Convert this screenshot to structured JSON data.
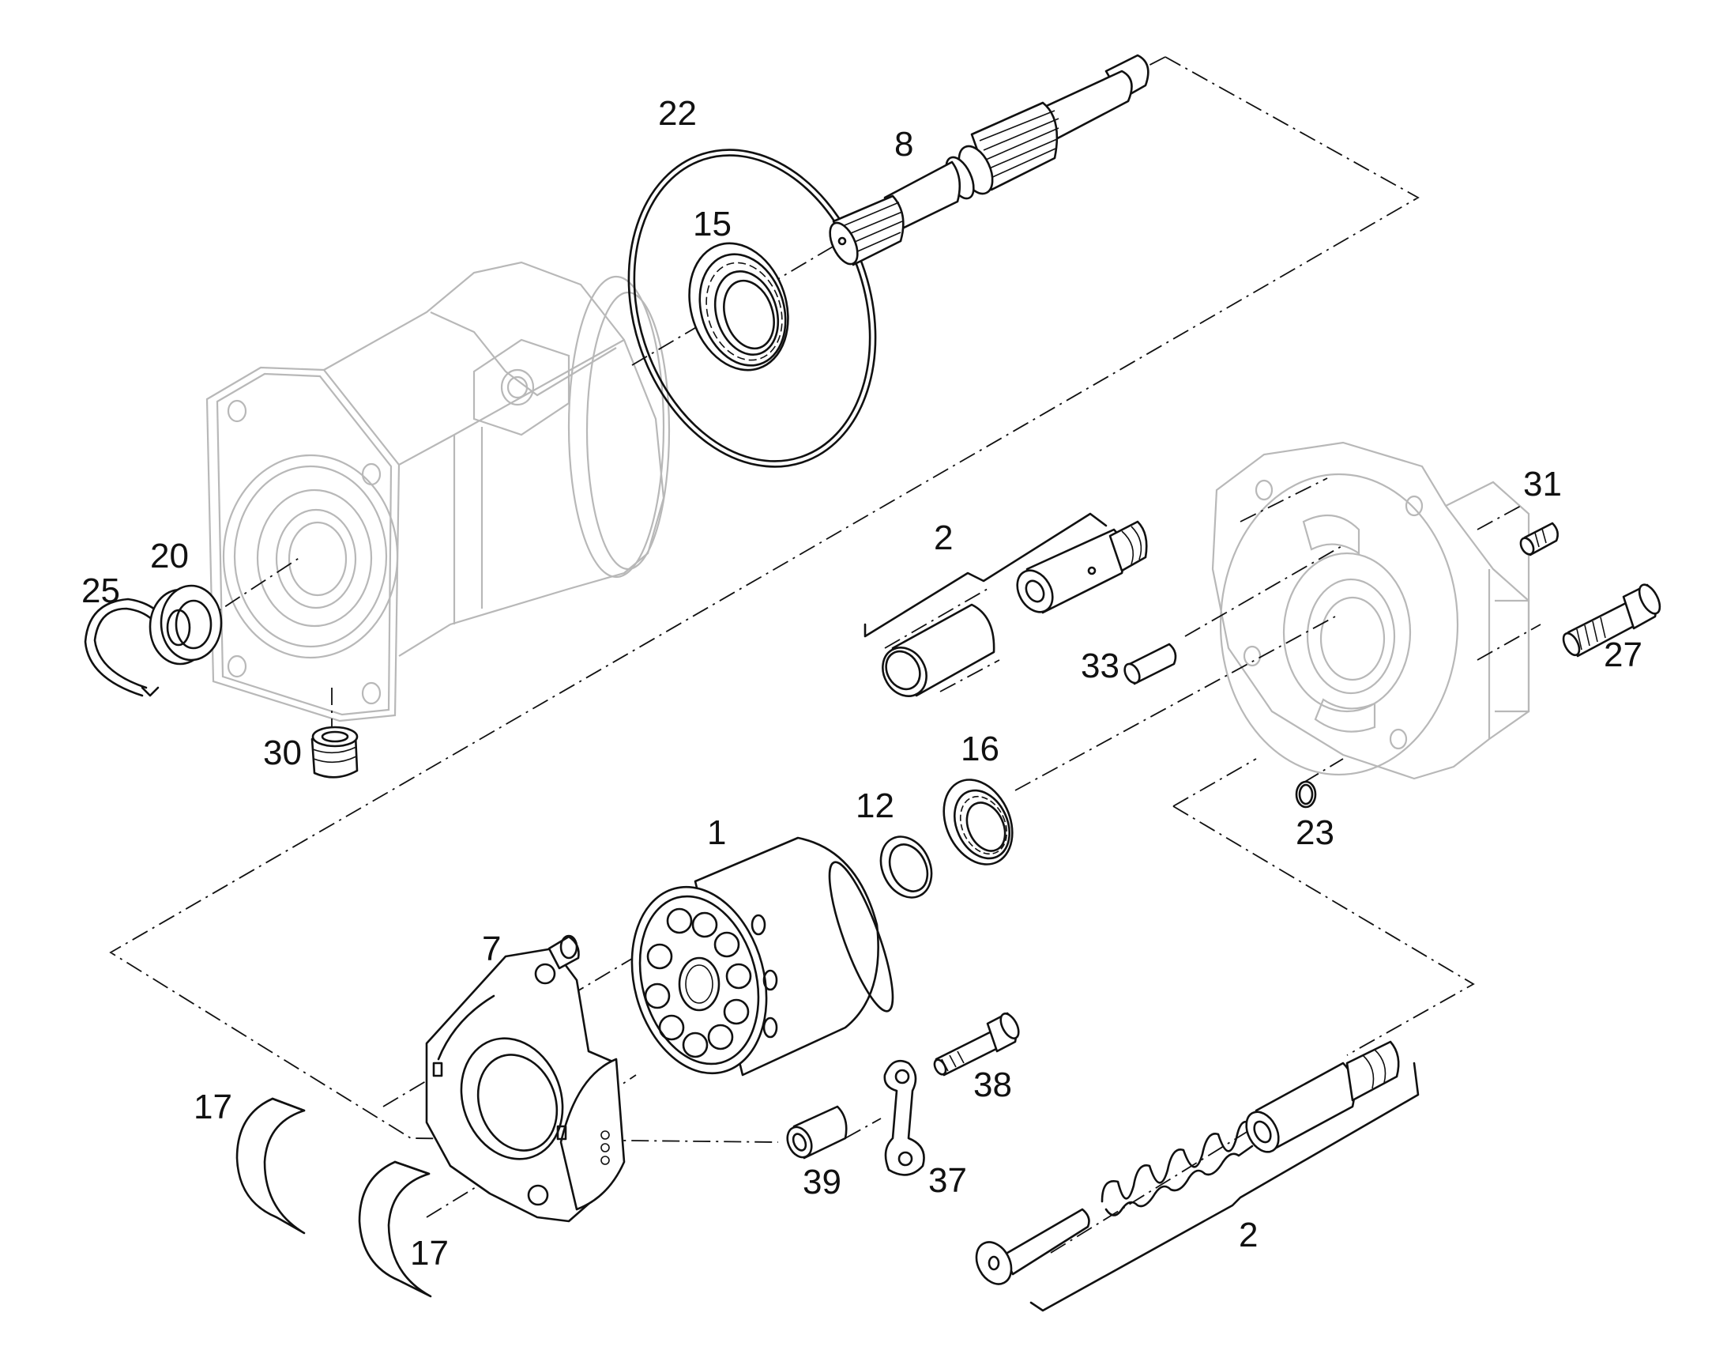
{
  "labels": {
    "p1": "1",
    "p2a": "2",
    "p2b": "2",
    "p7": "7",
    "p8": "8",
    "p12": "12",
    "p15": "15",
    "p16": "16",
    "p17a": "17",
    "p17b": "17",
    "p20": "20",
    "p22": "22",
    "p23": "23",
    "p25": "25",
    "p27": "27",
    "p30": "30",
    "p31": "31",
    "p33": "33",
    "p37": "37",
    "p38": "38",
    "p39": "39"
  },
  "colors": {
    "ink": "#111111",
    "ghost_housing": "#b8b8b8",
    "background": "#ffffff"
  }
}
